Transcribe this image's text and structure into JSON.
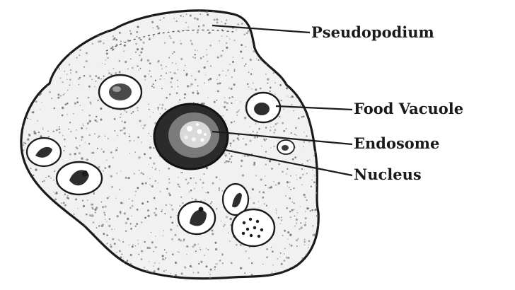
{
  "diagram": {
    "labels": {
      "pseudopodium": "Pseudopodium",
      "food_vacuole": "Food Vacuole",
      "endosome": "Endosome",
      "nucleus": "Nucleus"
    },
    "colors": {
      "ink": "#1a1a1a",
      "cytoplasm": "#f1f1f1",
      "stipple": "#6e6e6e",
      "nucleus_fill": "#2b2b2b"
    }
  }
}
